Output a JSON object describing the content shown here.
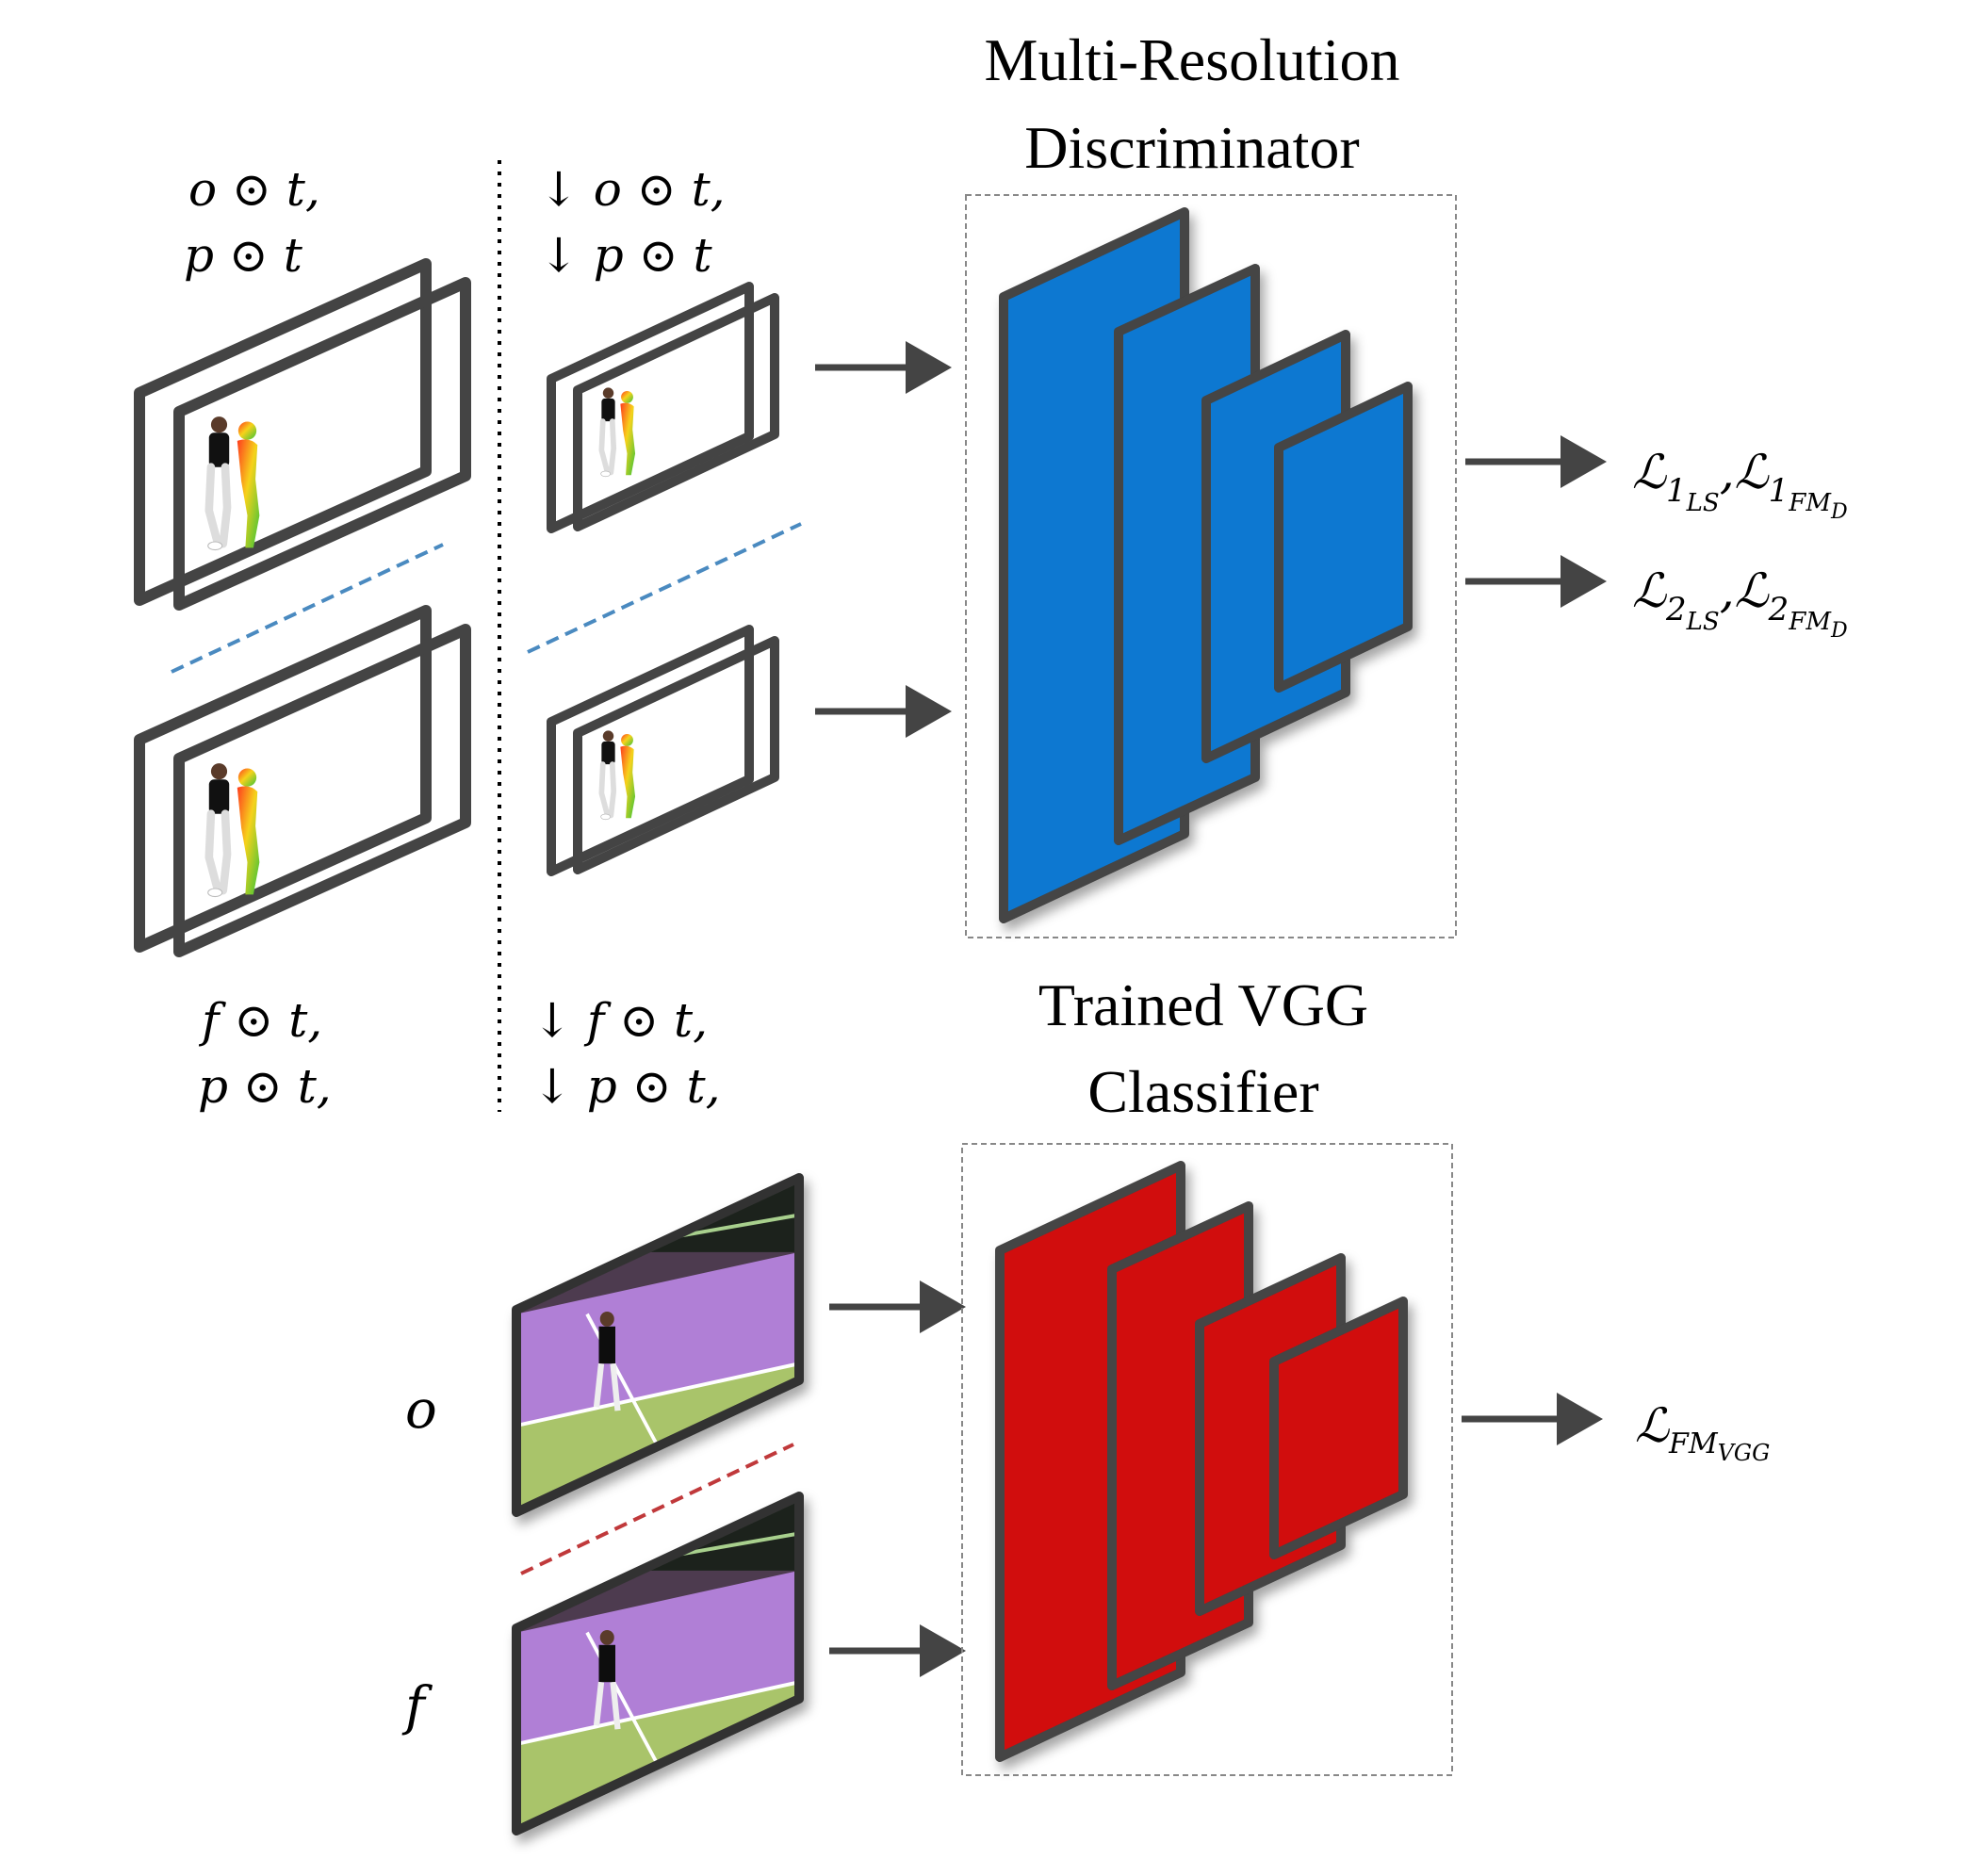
{
  "titles": {
    "discriminator": [
      "Multi-Resolution",
      "Discriminator"
    ],
    "vgg": [
      "Trained VGG",
      "Classifier"
    ]
  },
  "labels": {
    "top_left": [
      "o ⊙ t,",
      "p ⊙ t"
    ],
    "top_right": [
      "↓ o ⊙ t,",
      "↓ p ⊙ t"
    ],
    "bottom_left": [
      "f ⊙ t,",
      "p ⊙ t,"
    ],
    "bottom_right": [
      "↓ f ⊙ t,",
      "↓ p ⊙ t,"
    ],
    "frame_o": "o",
    "frame_f": "f"
  },
  "outputs": {
    "loss1": {
      "main": "ℒ",
      "a": "1",
      "a_sub": "LS",
      "sep": ",",
      "b": "ℒ",
      "b_num": "1",
      "b_sub": "FM",
      "b_subsub": "D"
    },
    "loss2": {
      "main": "ℒ",
      "a": "2",
      "a_sub": "LS",
      "sep": ",",
      "b": "ℒ",
      "b_num": "2",
      "b_sub": "FM",
      "b_subsub": "D"
    },
    "loss_vgg": {
      "main": "ℒ",
      "sub": "FM",
      "subsub": "VGG"
    }
  },
  "colors": {
    "discriminator_fill": "#0a78d1",
    "vgg_fill": "#d10a0a",
    "frame_stroke": "#444444",
    "arrow": "#444444",
    "blue_dash": "#4a8ac0",
    "red_dash": "#c0393b",
    "court_purple": "#b07fd6",
    "court_green": "#a9c46a",
    "stadium_dark": "#2c3a2c"
  }
}
